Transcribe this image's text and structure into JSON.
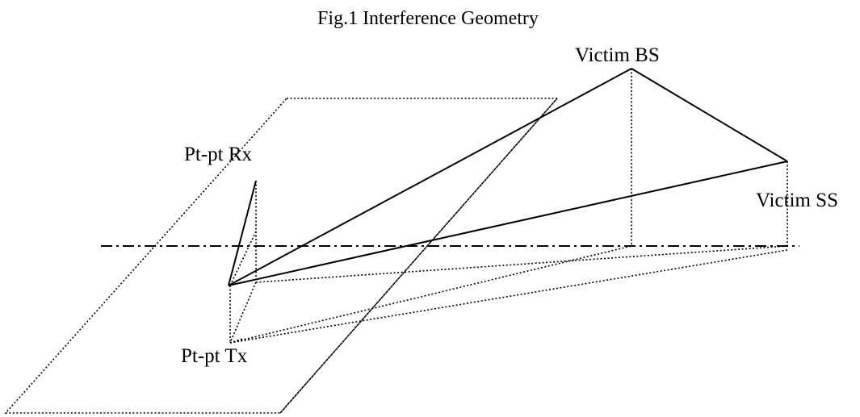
{
  "figure": {
    "title": "Fig.1 Interference Geometry",
    "labels": {
      "victim_bs": "Victim BS",
      "victim_ss": "Victim SS",
      "ptpt_rx": "Pt-pt Rx",
      "ptpt_tx": "Pt-pt Tx"
    },
    "line_color": "#000000",
    "background": "#ffffff"
  }
}
